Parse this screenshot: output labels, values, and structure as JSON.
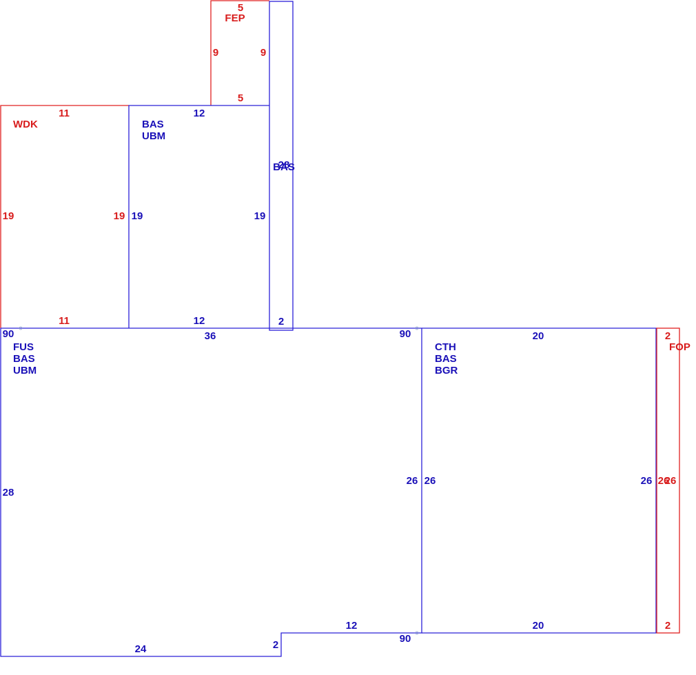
{
  "colors": {
    "blue": "#1a10b8",
    "red": "#d81c1c"
  },
  "areas": {
    "fep": {
      "code": "FEP"
    },
    "wdk": {
      "code": "WDK"
    },
    "bas_upper": {
      "line1": "BAS",
      "line2": "UBM"
    },
    "bas_strip": {
      "code": "BAS"
    },
    "fus": {
      "line1": "FUS",
      "line2": "BAS",
      "line3": "UBM"
    },
    "cth": {
      "line1": "CTH",
      "line2": "BAS",
      "line3": "BGR"
    },
    "fop": {
      "code": "FOP"
    }
  },
  "dimensions": {
    "fep_top": "5",
    "fep_left": "9",
    "fep_right": "9",
    "fep_bottom": "5",
    "wdk_top": "11",
    "wdk_left": "19",
    "wdk_right": "19",
    "wdk_bottom": "11",
    "bas_top": "12",
    "bas_left": "19",
    "bas_right": "19",
    "bas_bottom": "12",
    "strip_side": "28",
    "strip_bottom": "2",
    "fus_top": "36",
    "fus_left": "28",
    "fus_bottom": "24",
    "fus_step": "2",
    "fus_step_top": "12",
    "fus_right": "26",
    "cth_top": "20",
    "cth_left": "26",
    "cth_right": "26",
    "cth_bottom": "20",
    "fop_top": "2",
    "fop_left": "26",
    "fop_right": "26",
    "fop_bottom": "2",
    "angle_tl": "90",
    "angle_tr": "90",
    "angle_br": "90"
  }
}
